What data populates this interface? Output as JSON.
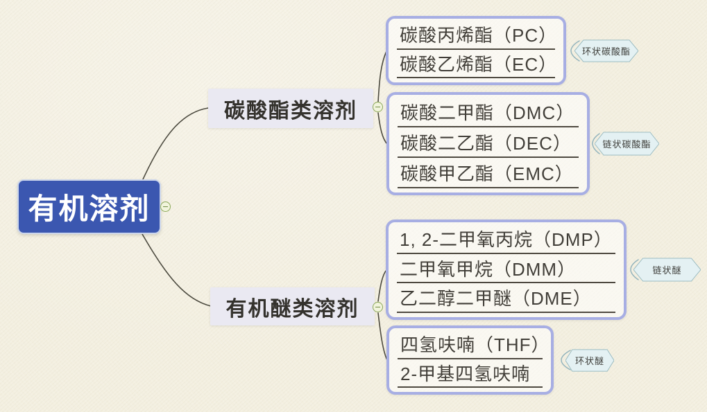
{
  "root": {
    "label": "有机溶剂"
  },
  "branches": [
    {
      "label": "碳酸酯类溶剂",
      "groups": [
        {
          "tag": "环状碳酸酯",
          "items": [
            "碳酸丙烯酯（PC）",
            "碳酸乙烯酯（EC）"
          ]
        },
        {
          "tag": "链状碳酸酯",
          "items": [
            "碳酸二甲酯（DMC）",
            "碳酸二乙酯（DEC）",
            "碳酸甲乙酯（EMC）"
          ]
        }
      ]
    },
    {
      "label": "有机醚类溶剂",
      "groups": [
        {
          "tag": "链状醚",
          "items": [
            "1, 2-二甲氧丙烷（DMP）",
            "二甲氧甲烷（DMM）",
            "乙二醇二甲醚（DME）"
          ]
        },
        {
          "tag": "环状醚",
          "items": [
            "四氢呋喃（THF）",
            "2-甲基四氢呋喃"
          ]
        }
      ]
    }
  ],
  "icons": {
    "collapse": "minus-circle"
  },
  "colors": {
    "canvas_background": "#f3efe0",
    "root_fill": "#3b57b0",
    "root_text": "#ffffff",
    "branch_fill": "#eae9f2",
    "group_border": "#a7aee3",
    "item_text": "#413e38",
    "underline": "#4d483f",
    "tag_fill": "#e4f1f3",
    "tag_border": "#9bbcc2",
    "connector_line": "#4c4a3f",
    "collapse_green": "#8aa757"
  }
}
